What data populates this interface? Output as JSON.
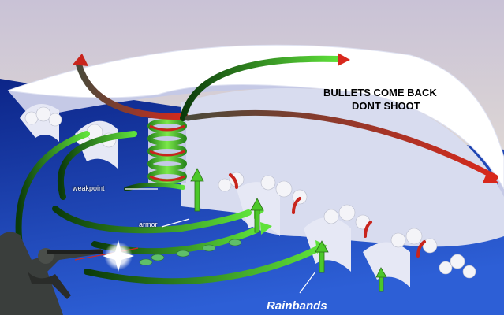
{
  "labels": {
    "caption_line1": "BULLETS COME BACK",
    "caption_line2": "DONT SHOOT",
    "weakpoint": "weakpoint",
    "armor": "armor",
    "rainbands": "Rainbands"
  },
  "colors": {
    "sky_top": "#c9c2d6",
    "sky_bottom": "#f3ecd3",
    "ocean_dark": "#0c2588",
    "ocean_light": "#2d5fd6",
    "cloud_top": "#ffffff",
    "cloud_side": "#c5c9e6",
    "arrow_green": "#4cc82a",
    "arrow_red": "#c8241c"
  },
  "icons": {
    "soldier": "soldier-silhouette-icon",
    "muzzle_flash": "muzzle-flash-icon",
    "bullets": "bullet-icon"
  }
}
